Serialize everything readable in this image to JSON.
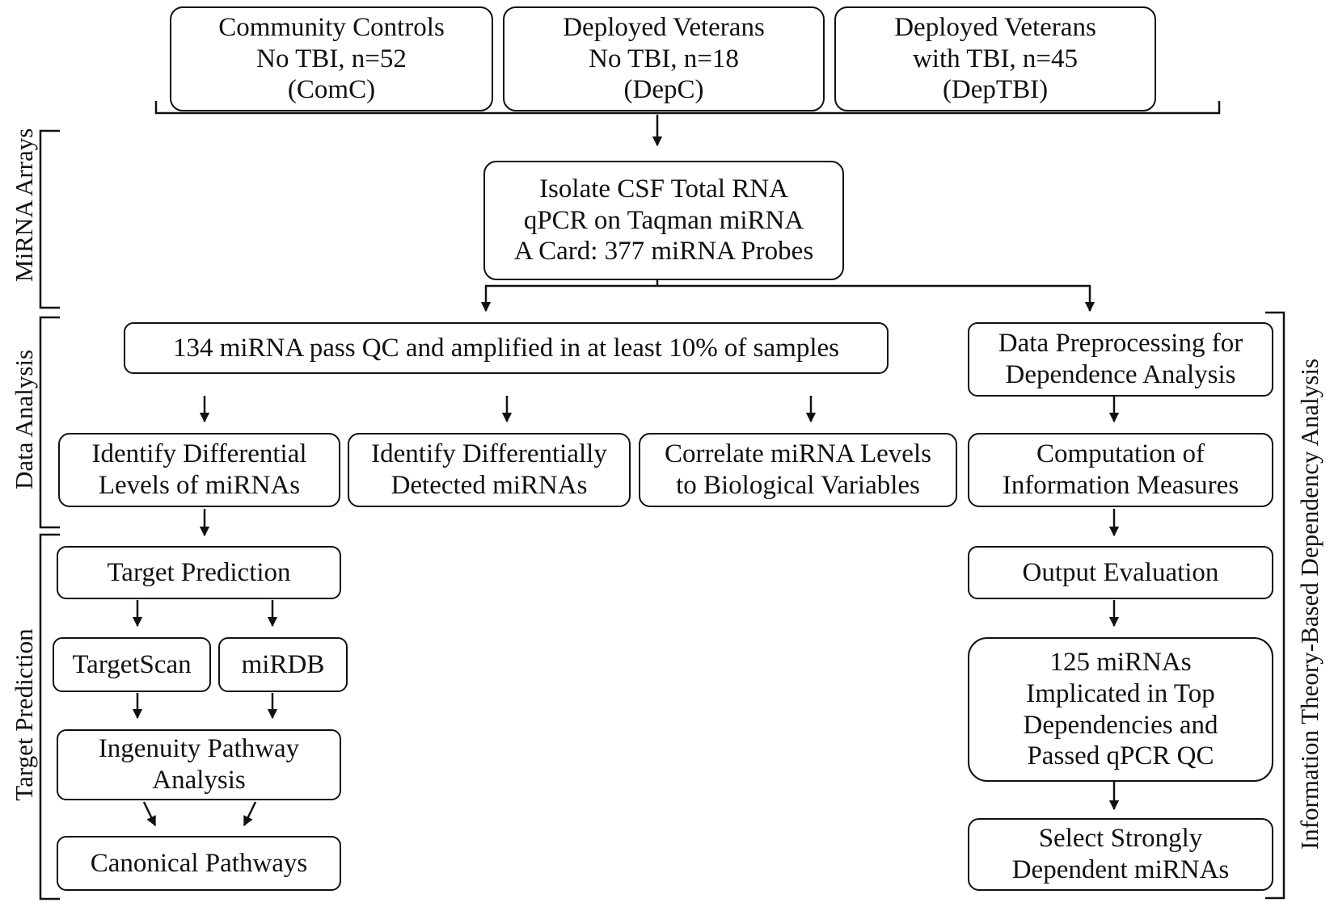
{
  "boxes": {
    "comc": [
      "Community Controls",
      "No TBI, n=52",
      "(ComC)"
    ],
    "depc": [
      "Deployed Veterans",
      "No TBI, n=18",
      "(DepC)"
    ],
    "deptbi": [
      "Deployed Veterans",
      "with TBI, n=45",
      "(DepTBI)"
    ],
    "isolate": [
      "Isolate CSF Total RNA",
      "qPCR on Taqman miRNA",
      "A Card: 377 miRNA Probes"
    ],
    "qc": [
      "134 miRNA pass QC and amplified in at least 10% of samples"
    ],
    "preprocess": [
      "Data Preprocessing for",
      "Dependence Analysis"
    ],
    "diff_levels": [
      "Identify Differential",
      "Levels of miRNAs"
    ],
    "diff_detected": [
      "Identify Differentially",
      "Detected miRNAs"
    ],
    "correlate": [
      "Correlate miRNA Levels",
      "to Biological Variables"
    ],
    "computation": [
      "Computation of",
      "Information Measures"
    ],
    "target_prediction": [
      "Target Prediction"
    ],
    "output_eval": [
      "Output Evaluation"
    ],
    "targetscan": [
      "TargetScan"
    ],
    "mirdb": [
      "miRDB"
    ],
    "implicated": [
      "125 miRNAs",
      "Implicated in Top",
      "Dependencies and",
      "Passed qPCR QC"
    ],
    "ingenuity": [
      "Ingenuity Pathway",
      "Analysis"
    ],
    "select": [
      "Select Strongly",
      "Dependent miRNAs"
    ],
    "canonical": [
      "Canonical Pathways"
    ]
  },
  "side_labels": {
    "mirna_arrays": "MiRNA Arrays",
    "data_analysis": "Data Analysis",
    "target_prediction": "Target Prediction",
    "info_theory": "Information Theory-Based Dependency Analysis"
  }
}
